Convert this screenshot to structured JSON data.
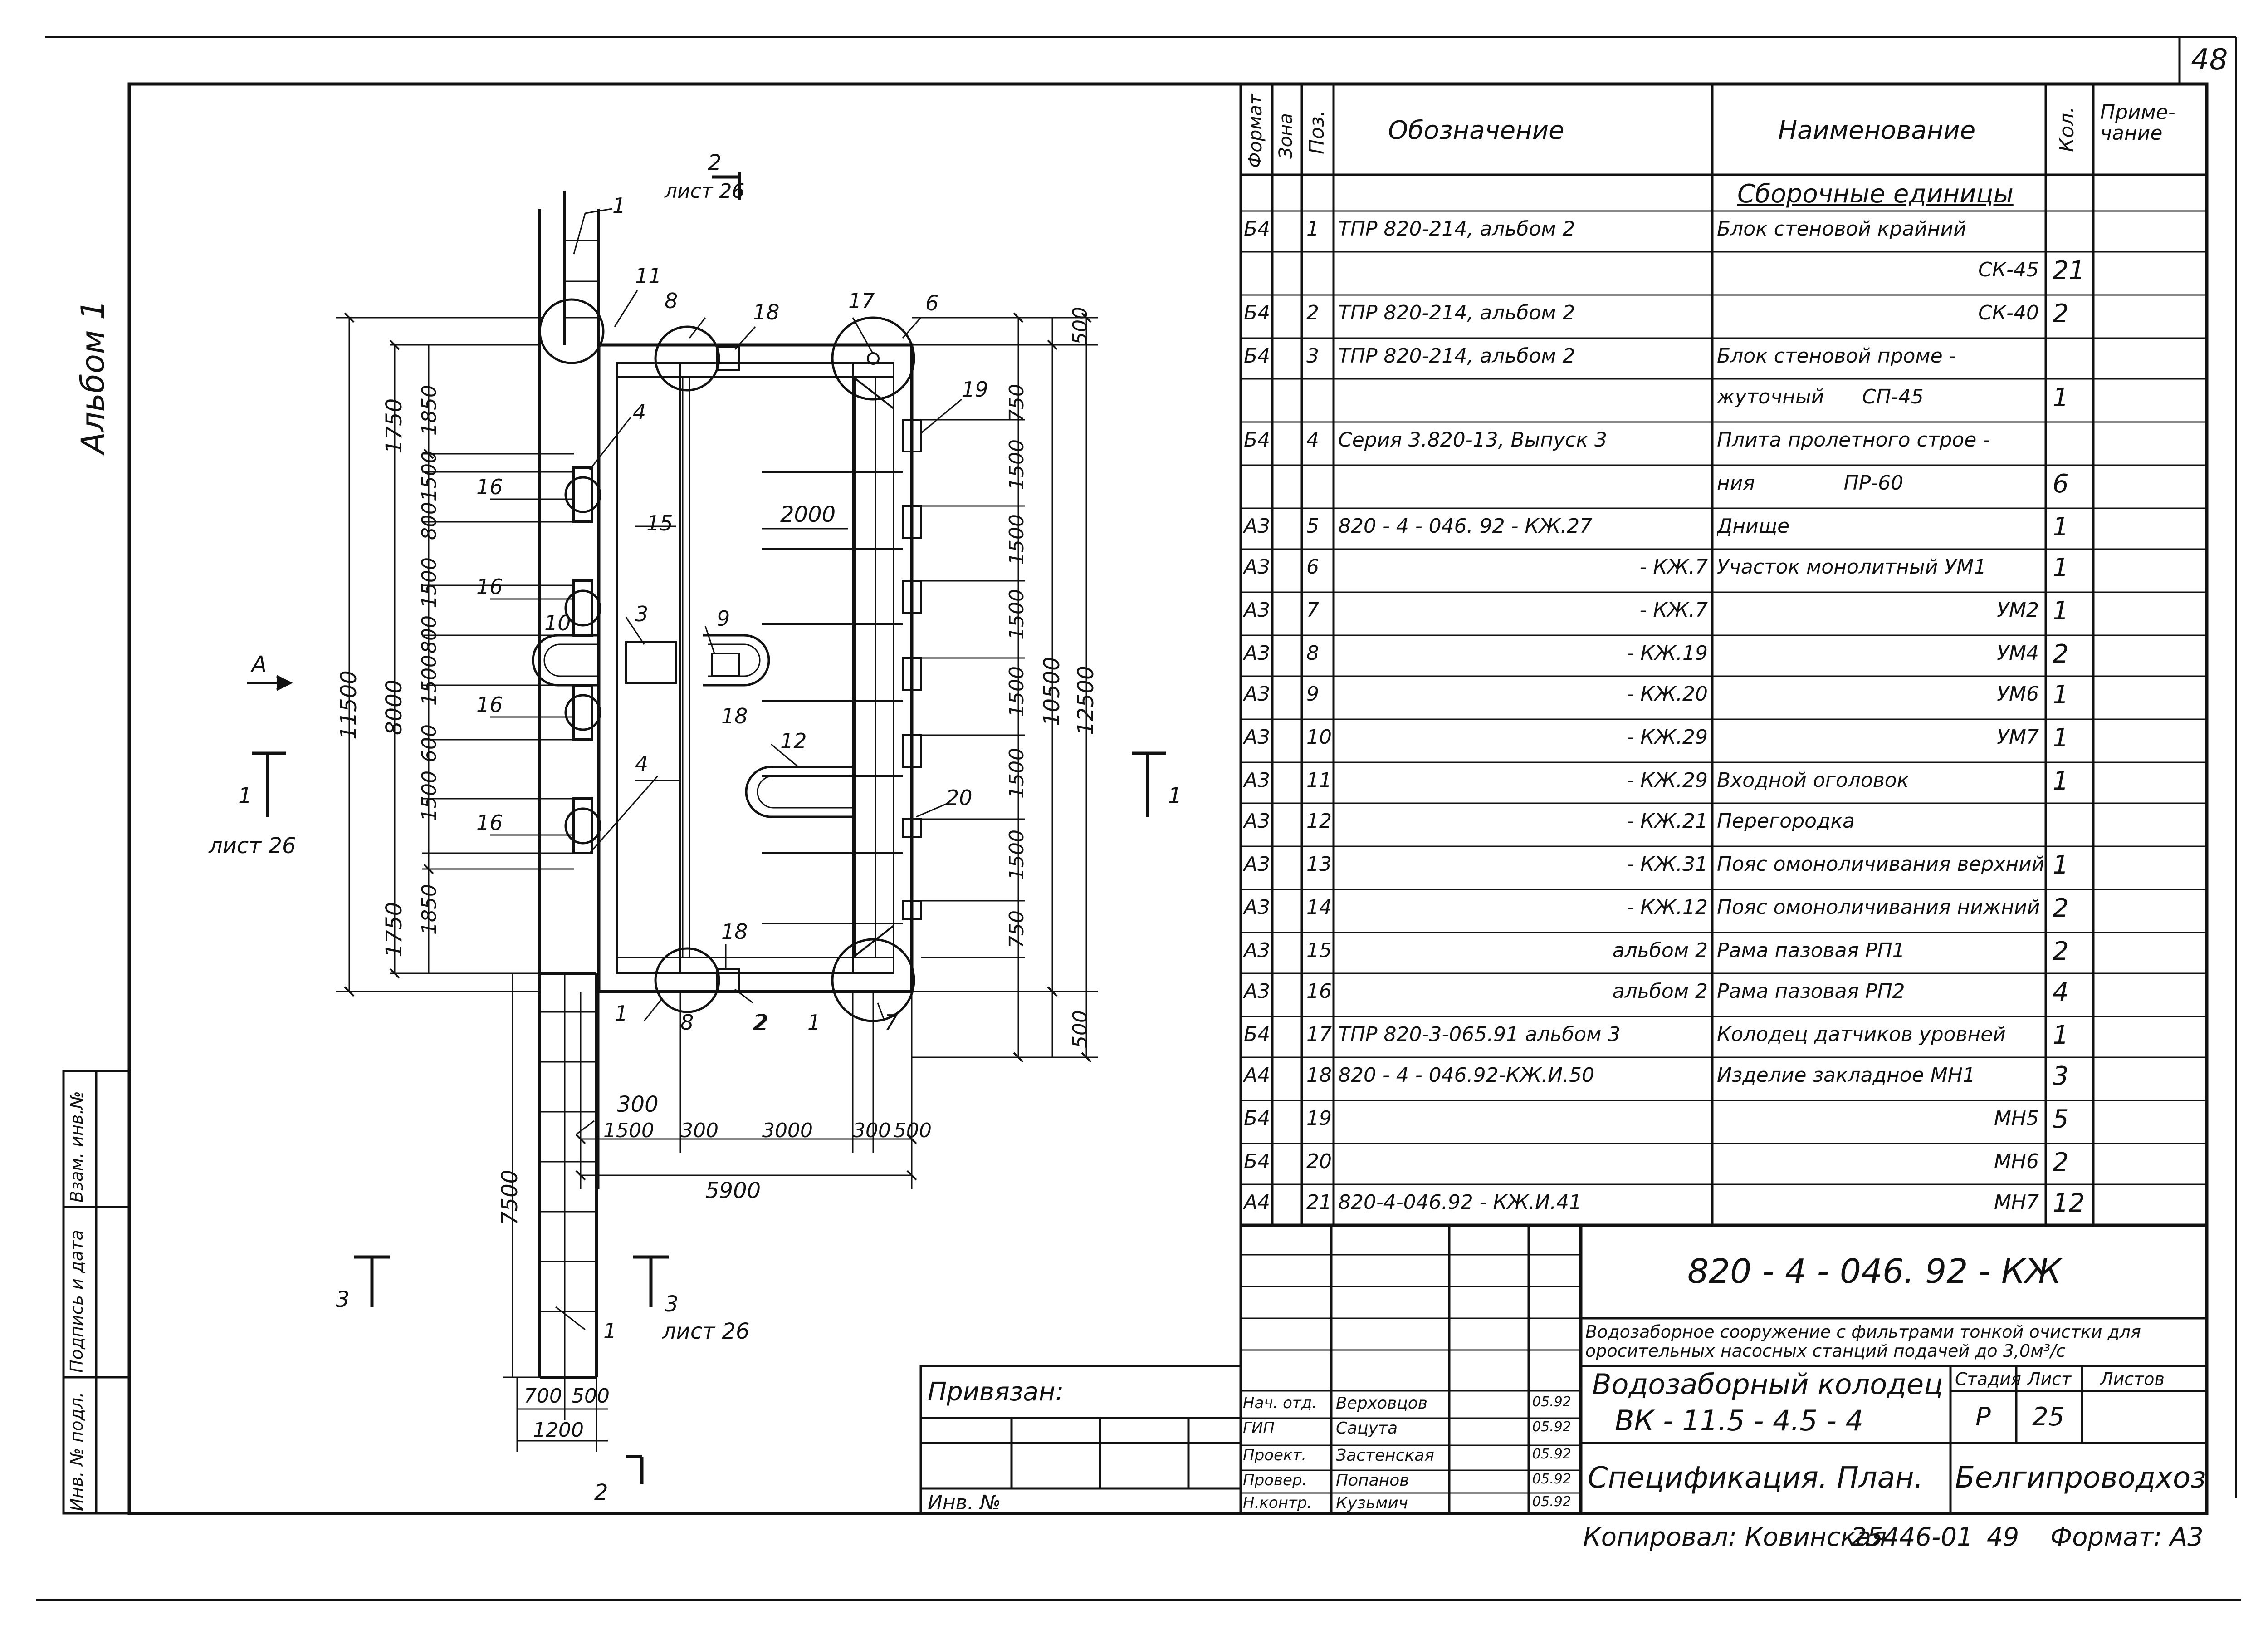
{
  "sheet_number": "48",
  "album_stamp": "Альбом 1",
  "spec_header": {
    "format": "Формат",
    "zone": "Зона",
    "pos": "Поз.",
    "designation": "Обозначение",
    "name": "Наименование",
    "qty": "Кол.",
    "note": "Приме-\nчание"
  },
  "spec_section": "Сборочные единицы",
  "spec_rows": [
    {
      "fmt": "Б4",
      "pos": "1",
      "des": "ТПР 820-214, альбом 2",
      "name": "Блок стеновой крайний",
      "qty": ""
    },
    {
      "fmt": "",
      "pos": "",
      "des": "",
      "name": "СК-45",
      "qty": "21"
    },
    {
      "fmt": "Б4",
      "pos": "2",
      "des": "ТПР 820-214, альбом 2",
      "name": "СК-40",
      "qty": "2"
    },
    {
      "fmt": "Б4",
      "pos": "3",
      "des": "ТПР 820-214, альбом 2",
      "name": "Блок стеновой проме -",
      "qty": ""
    },
    {
      "fmt": "",
      "pos": "",
      "des": "",
      "name": "жуточный      СП-45",
      "qty": "1"
    },
    {
      "fmt": "Б4",
      "pos": "4",
      "des": "Серия 3.820-13, Выпуск 3",
      "name": "Плита пролетного строе -",
      "qty": ""
    },
    {
      "fmt": "",
      "pos": "",
      "des": "",
      "name": "ния              ПР-60",
      "qty": "6"
    },
    {
      "fmt": "А3",
      "pos": "5",
      "des": "820 - 4 - 046. 92      - КЖ.27",
      "name": "Днище",
      "qty": "1"
    },
    {
      "fmt": "А3",
      "pos": "6",
      "des": "- КЖ.7",
      "name": "Участок монолитный УМ1",
      "qty": "1"
    },
    {
      "fmt": "А3",
      "pos": "7",
      "des": "- КЖ.7",
      "name": "УМ2",
      "qty": "1"
    },
    {
      "fmt": "А3",
      "pos": "8",
      "des": "- КЖ.19",
      "name": "УМ4",
      "qty": "2"
    },
    {
      "fmt": "А3",
      "pos": "9",
      "des": "- КЖ.20",
      "name": "УМ6",
      "qty": "1"
    },
    {
      "fmt": "А3",
      "pos": "10",
      "des": "- КЖ.29",
      "name": "УМ7",
      "qty": "1"
    },
    {
      "fmt": "А3",
      "pos": "11",
      "des": "- КЖ.29",
      "name": "Входной оголовок",
      "qty": "1"
    },
    {
      "fmt": "А3",
      "pos": "12",
      "des": "- КЖ.21",
      "name": "Перегородка",
      "qty": ""
    },
    {
      "fmt": "А3",
      "pos": "13",
      "des": "- КЖ.31",
      "name": "Пояс омоноличивания верхний",
      "qty": "1"
    },
    {
      "fmt": "А3",
      "pos": "14",
      "des": "- КЖ.12",
      "name": "Пояс омоноличивания нижний",
      "qty": "2"
    },
    {
      "fmt": "А3",
      "pos": "15",
      "des": "альбом 2",
      "name": "Рама пазовая РП1",
      "qty": "2"
    },
    {
      "fmt": "А3",
      "pos": "16",
      "des": "альбом 2",
      "name": "Рама пазовая РП2",
      "qty": "4"
    },
    {
      "fmt": "Б4",
      "pos": "17",
      "des": "ТПР 820-3-065.91  альбом 3",
      "name": "Колодец датчиков уровней",
      "qty": "1"
    },
    {
      "fmt": "А4",
      "pos": "18",
      "des": "820 - 4 - 046.92-КЖ.И.50",
      "name": "Изделие закладное МН1",
      "qty": "3"
    },
    {
      "fmt": "Б4",
      "pos": "19",
      "des": "",
      "name": "МН5",
      "qty": "5"
    },
    {
      "fmt": "Б4",
      "pos": "20",
      "des": "",
      "name": "МН6",
      "qty": "2"
    },
    {
      "fmt": "А4",
      "pos": "21",
      "des": "820-4-046.92    - КЖ.И.41",
      "name": "МН7",
      "qty": "12"
    }
  ],
  "title_block": {
    "doc_code": "820 - 4 - 046. 92  - КЖ",
    "project_title": "Водозаборное сооружение с фильтрами тонкой очистки для оросительных насосных станций подачей до 3,0м³/с",
    "object_name_1": "Водозаборный колодец",
    "object_name_2": "ВК - 11.5 - 4.5 - 4",
    "sheet_name": "Спецификация. План.",
    "org": "Белгипроводхоз",
    "stage_label": "Стадия",
    "sheet_label": "Лист",
    "sheets_label": "Листов",
    "stage": "Р",
    "sheet": "25",
    "sheets": "",
    "signers": [
      {
        "role": "Нач. отд.",
        "name": "Верховцов",
        "date": "05.92"
      },
      {
        "role": "ГИП",
        "name": "Сацута",
        "date": "05.92"
      },
      {
        "role": "Проект.",
        "name": "Застенская",
        "date": "05.92"
      },
      {
        "role": "Провер.",
        "name": "Попанов",
        "date": "05.92"
      },
      {
        "role": "Н.контр.",
        "name": "Кузьмич",
        "date": "05.92"
      }
    ],
    "privyazan": "Привязан:",
    "inv_no": "Инв. №"
  },
  "footer": {
    "copied": "Копировал: Ковинская",
    "order": "25446-01",
    "num": "49",
    "format": "Формат: А3"
  },
  "side_stamp": {
    "inv_podl": "Инв. № подл.",
    "sign_date": "Подпись и дата",
    "vzam_inv": "Взам. инв.№"
  },
  "plan": {
    "section_2": "2",
    "sheet_26": "лист 26",
    "arrow_a": "А",
    "section_1": "1",
    "section_3": "3",
    "dims_left_outer": [
      "1750",
      "8000",
      "1750"
    ],
    "dims_left_inner": [
      "1850",
      "1500",
      "800",
      "1500",
      "800",
      "1500",
      "600",
      "1500",
      "1850"
    ],
    "total_left": "11500",
    "dims_right_inner": [
      "500",
      "750",
      "1500",
      "1500",
      "1500",
      "1500",
      "1500",
      "1500",
      "750",
      "500"
    ],
    "dims_right_mid": "10500",
    "dims_right_outer": "12500",
    "dims_bottom": [
      "1500",
      "300",
      "3000",
      "300",
      "500"
    ],
    "bottom_300": "300",
    "bottom_total": "5900",
    "dim_2000": "2000",
    "dim_7500": "7500",
    "dims_channel": [
      "700",
      "500"
    ],
    "dim_1200": "1200",
    "callouts": [
      "1",
      "11",
      "8",
      "18",
      "17",
      "6",
      "19",
      "4",
      "16",
      "15",
      "3",
      "10",
      "9",
      "18",
      "12",
      "20",
      "18",
      "7",
      "2"
    ]
  }
}
